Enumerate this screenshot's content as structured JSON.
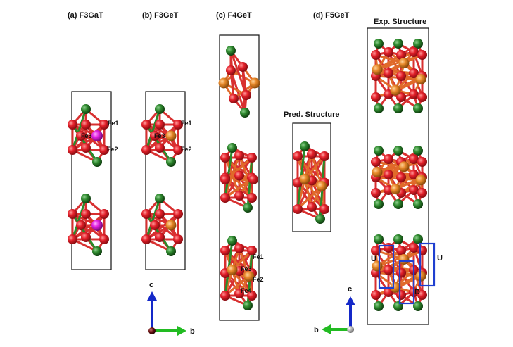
{
  "panels": [
    {
      "id": "a",
      "title": "(a)  F3GaT"
    },
    {
      "id": "b",
      "title": "(b)  F3GeT"
    },
    {
      "id": "c",
      "title": "(c)  F4GeT"
    },
    {
      "id": "d",
      "title": "(d)  F5GeT"
    }
  ],
  "structure_labels": {
    "pred": "Pred. Structure",
    "exp": "Exp. Structure"
  },
  "atom_labels": {
    "fe1": "Fe1",
    "fe2": "Fe2",
    "fe3": "Fe3",
    "fe4": "Fe4"
  },
  "layer_labels": {
    "u": "U",
    "d": "D"
  },
  "axes": {
    "c": "c",
    "b": "b"
  },
  "colors": {
    "fe": "#e8202a",
    "te": "#2f8a2f",
    "ga": "#e020e0",
    "ge": "#e8892a",
    "bond": "#d83030",
    "box": "#111111",
    "highlight": "#1f3fd0",
    "axis_c": "#1428c8",
    "axis_b": "#22bb22"
  }
}
